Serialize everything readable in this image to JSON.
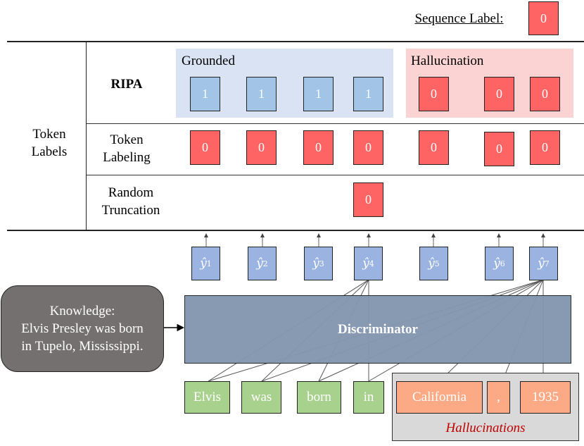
{
  "sequence_label": {
    "caption": "Sequence Label:",
    "value": "0"
  },
  "token_labels_heading": "Token Labels",
  "rows": {
    "ripa": {
      "label": "RIPA",
      "grounded_title": "Grounded",
      "hallucination_title": "Hallucination",
      "values": [
        "1",
        "1",
        "1",
        "1",
        "0",
        "0",
        "0"
      ]
    },
    "token_labeling": {
      "label": "Token Labeling",
      "values": [
        "0",
        "0",
        "0",
        "0",
        "0",
        "0",
        "0"
      ]
    },
    "random_truncation": {
      "label": "Random Truncation",
      "values": [
        "0"
      ],
      "position_index": 3
    }
  },
  "predictions": [
    {
      "symbol": "ŷ",
      "sub": "1"
    },
    {
      "symbol": "ŷ",
      "sub": "2"
    },
    {
      "symbol": "ŷ",
      "sub": "3"
    },
    {
      "symbol": "ŷ",
      "sub": "4"
    },
    {
      "symbol": "ŷ",
      "sub": "5"
    },
    {
      "symbol": "ŷ",
      "sub": "6"
    },
    {
      "symbol": "ŷ",
      "sub": "7"
    }
  ],
  "knowledge": {
    "title": "Knowledge:",
    "line1": "Elvis Presley was born",
    "line2": "in Tupelo, Mississippi."
  },
  "discriminator_label": "Discriminator",
  "tokens": [
    "Elvis",
    "was",
    "born",
    "in",
    "California",
    ",",
    "1935"
  ],
  "hallucinations_caption": "Hallucinations",
  "colors": {
    "red_label": "#ff6464",
    "blue_label": "#a2c4e6",
    "grounded_bg": "#dae3f3",
    "hallucination_bg": "#fcd3d3",
    "prediction": "#9ab3e0",
    "discriminator": "#8497b0",
    "knowledge": "#757070",
    "grounded_token": "#a8d18d",
    "hallucinated_token": "#fcaa86",
    "hallucination_panel": "#d9d9d9",
    "hallucinations_text": "#c00000"
  }
}
